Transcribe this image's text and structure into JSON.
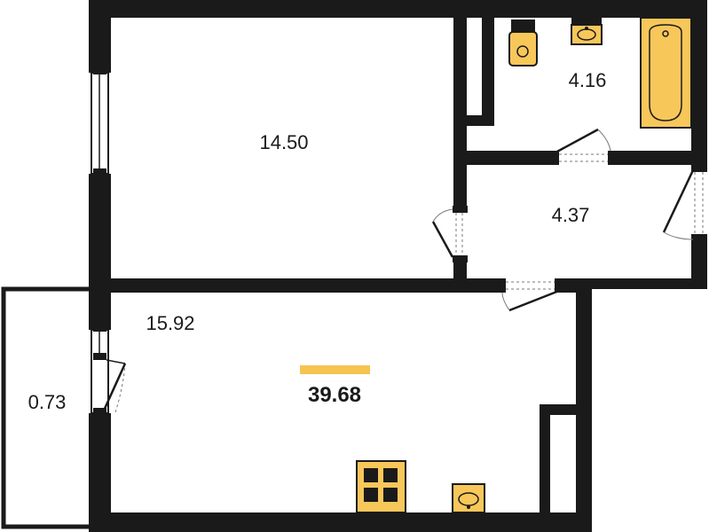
{
  "plan": {
    "total_area": "39.68",
    "rooms": {
      "bedroom": "14.50",
      "bathroom": "4.16",
      "hallway": "4.37",
      "kitchen_living": "15.92",
      "balcony": "0.73"
    },
    "colors": {
      "wall": "#1a1a1a",
      "fixture": "#f7c75a",
      "accent_bar": "#f5c451",
      "door_line": "#7a7a7a"
    },
    "icons": [
      "toilet-icon",
      "sink-icon",
      "bathtub-icon",
      "stove-icon",
      "kitchen-sink-icon"
    ]
  }
}
